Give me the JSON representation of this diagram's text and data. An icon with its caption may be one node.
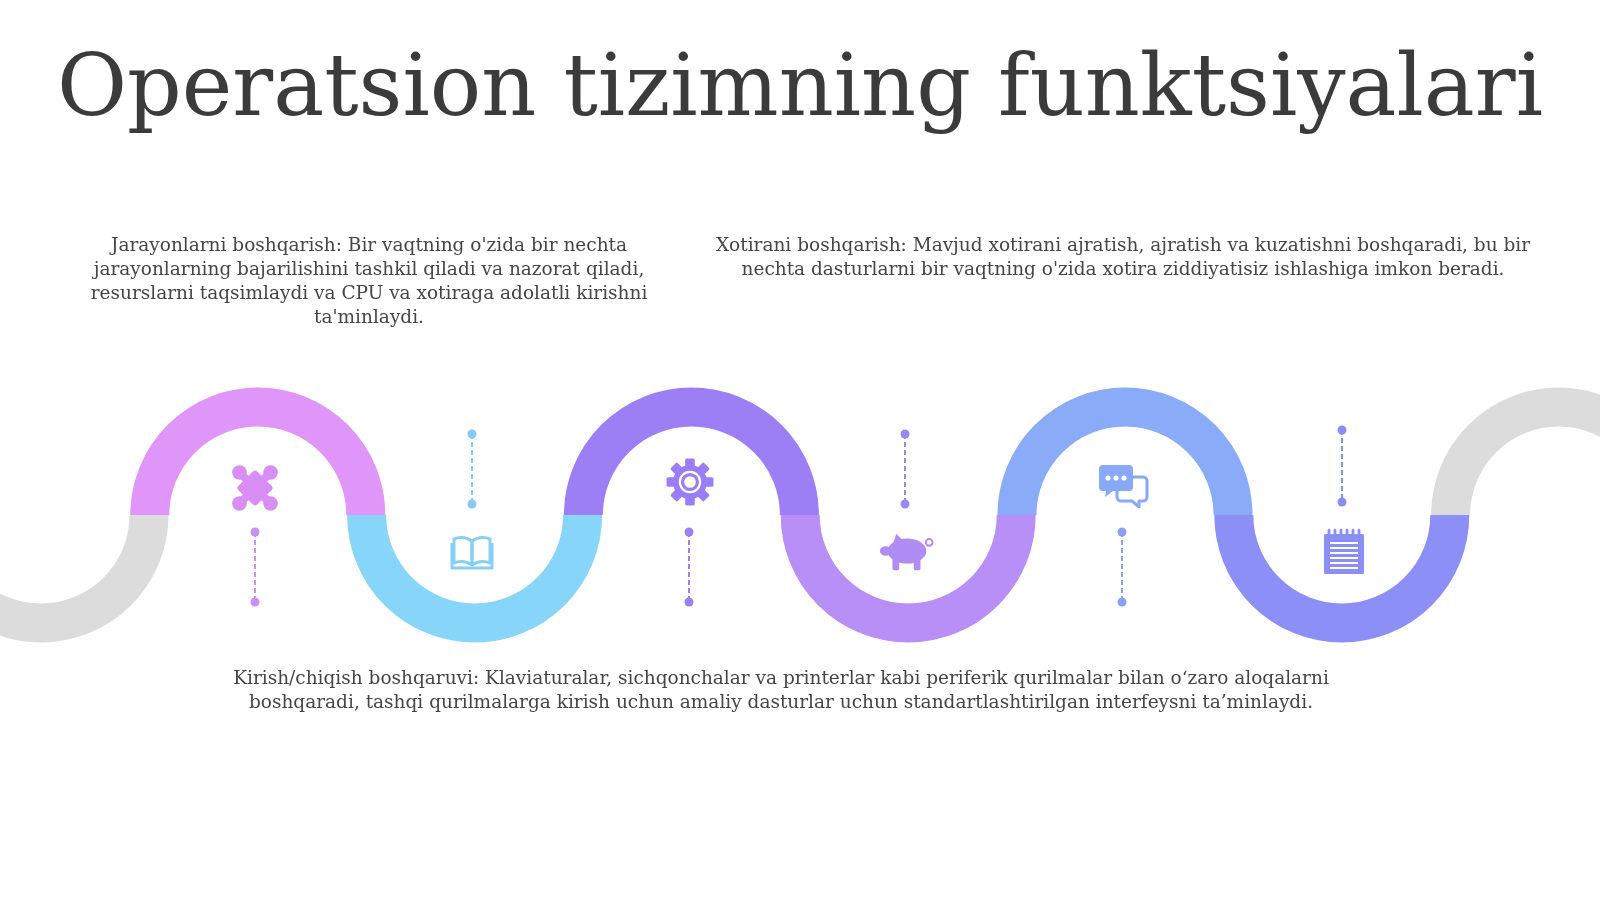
{
  "diagram": {
    "title": "Operatsion tizimning funktsiyalari",
    "labels": [
      "Jarayonlarni boshqarish: Bir vaqtning o'zida bir nechta jarayonlarning bajarilishini tashkil qiladi va nazorat qiladi, resurslarni taqsimlaydi va CPU va xotiraga adolatli kirishni ta'minlaydi.",
      "Xotirani boshqarish: Mavjud xotirani ajratish, ajratish va kuzatishni boshqaradi, bu bir nechta dasturlarni bir vaqtning o'zida xotira ziddiyatisiz ishlashiga imkon beradi.",
      "Kirish/chiqish boshqaruvi: Klaviaturalar, sichqonchalar va printerlar kabi periferik qurilmalar bilan o‘zaro aloqalarni boshqaradi, tashqi qurilmalarga kirish uchun amaliy dasturlar uchun standartlashtirilgan interfeysni ta’minlaydi."
    ]
  }
}
